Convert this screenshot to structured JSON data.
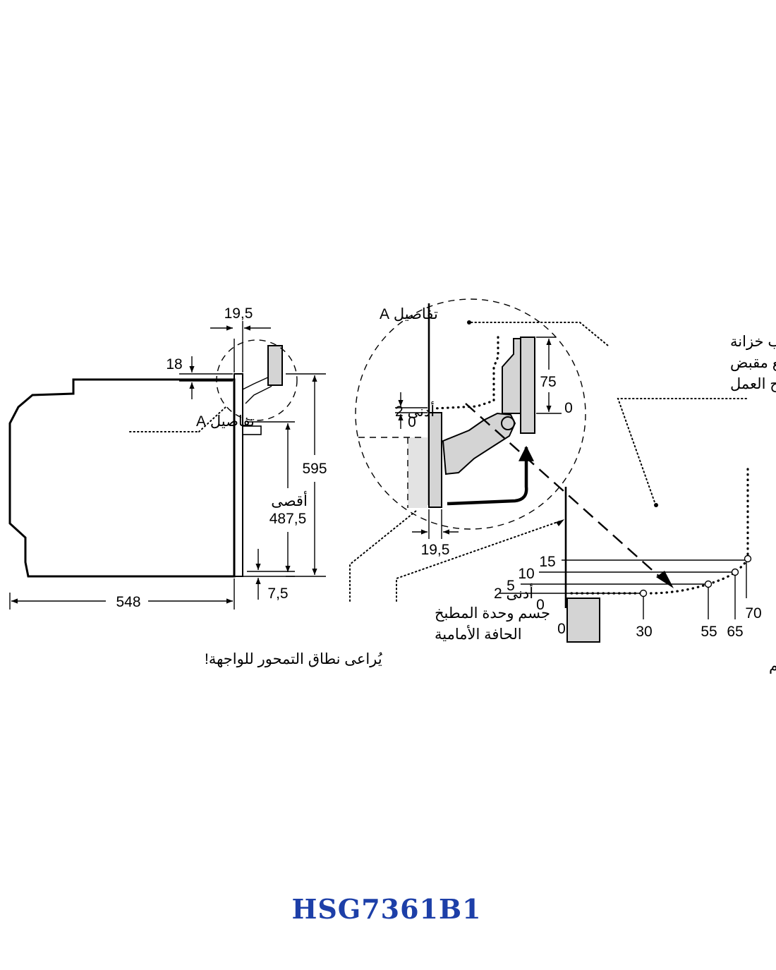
{
  "side_view": {
    "dim_width": "548",
    "dim_height": "595",
    "dim_max_label": "أقصى",
    "dim_max_value": "487,5",
    "dim_bottom": "7,5",
    "dim_top_offset": "18",
    "dim_gap": "19,5",
    "detail_label": "تفاصيل A"
  },
  "note": "يُراعى نطاق التمحور للواجهة!",
  "detail_view": {
    "title": "تفاصيل A",
    "min_gap_label": "أدنى 2",
    "zero": "0",
    "dim_75": "75",
    "dim_0": "0",
    "dim_19_5": "19,5",
    "range_label": [
      "نطاق لباب خزانة",
      "المطبخ مع مقبض",
      "أو سطح العمل"
    ],
    "body_label": "جسم وحدة المطبخ",
    "edge_label": "الحافة الأمامية"
  },
  "measure_view": {
    "y_labels": [
      "15",
      "10",
      "5",
      "أدنى 2",
      "0"
    ],
    "x_labels": [
      "0",
      "30",
      "55",
      "65",
      "70"
    ],
    "caption": "القياسات بالمم"
  },
  "model_name": "HSG7361B1",
  "colors": {
    "model": "#1d3fa8",
    "fill_gray": "#d4d4d4"
  }
}
